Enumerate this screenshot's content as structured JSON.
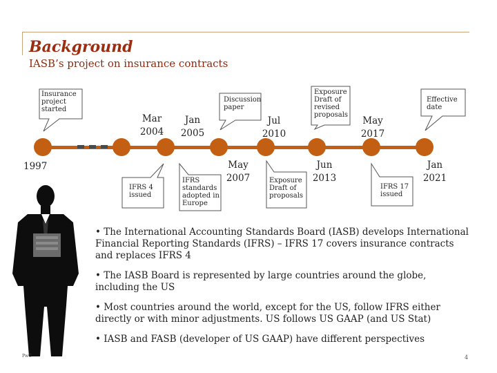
{
  "header": {
    "title": "Background",
    "subtitle": "IASB’s project on insurance contracts"
  },
  "timeline": {
    "start_year": "1997",
    "callouts_above": [
      "Insurance\nproject\nstarted",
      "Discussion\npaper",
      "Exposure\nDraft of\nrevised\nproposals",
      "Effective\ndate"
    ],
    "callouts_below": [
      "IFRS 4\nissued",
      "IFRS\nstandards\nadopted in\nEurope",
      "Exposure\nDraft of\nproposals",
      "IFRS 17\nissued"
    ],
    "dates_above": [
      "Mar\n2004",
      "Jan\n2005",
      "Jul\n2010",
      "May\n2017"
    ],
    "dates_below": [
      "May\n2007",
      "Jun\n2013",
      "Jan\n2021"
    ]
  },
  "bullets": [
    "The International Accounting Standards Board (IASB) develops International Financial Reporting Standards (IFRS) – IFRS 17 covers insurance contracts and replaces IFRS 4",
    "The IASB Board is represented by large countries around the globe, including the US",
    "Most countries around the world, except for the US, follow IFRS either directly or with minor adjustments. US follows US GAAP (and US Stat)",
    "IASB and FASB (developer of US GAAP) have different perspectives"
  ],
  "bullet_marker": "•",
  "footer": {
    "brand": "PwC",
    "page": "4"
  },
  "colors": {
    "accent": "#c35f12",
    "title": "#9b2e12",
    "rule": "#c9a478"
  },
  "icons": {
    "person": "businessman-silhouette-icon"
  }
}
